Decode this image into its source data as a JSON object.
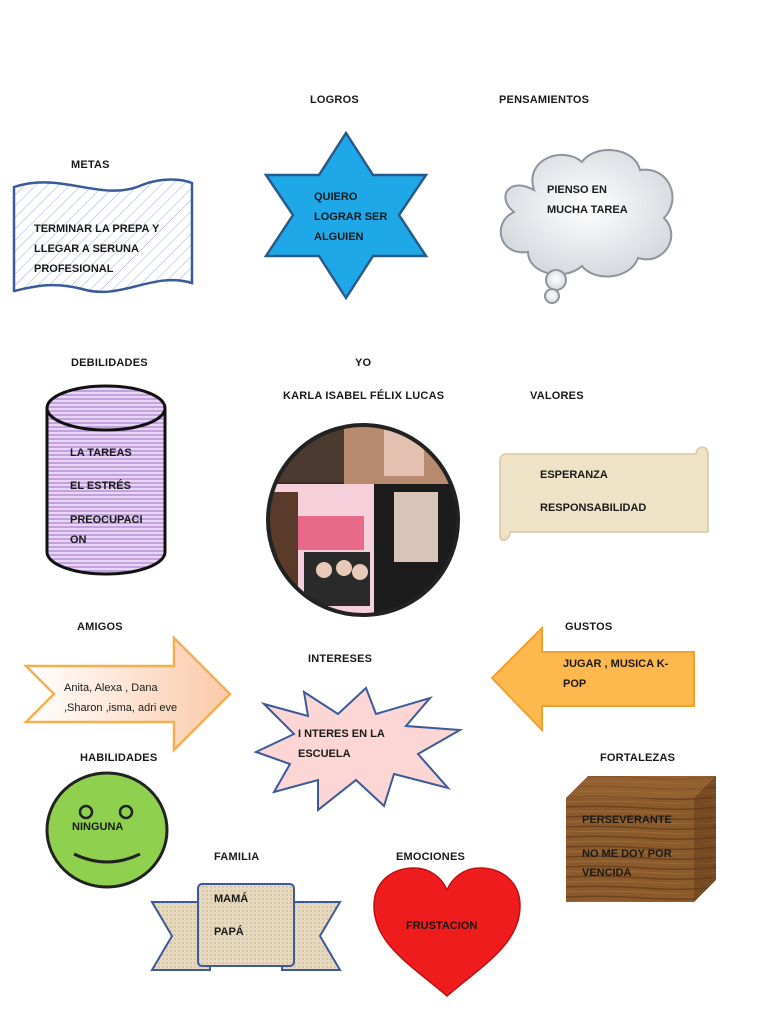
{
  "metas": {
    "title": "METAS",
    "line1": "TERMINAR LA PREPA Y",
    "line2": "LLEGAR A SERUNA",
    "line3": "PROFESIONAL"
  },
  "logros": {
    "title": "LOGROS",
    "line1": "QUIERO",
    "line2": "LOGRAR SER",
    "line3": "ALGUIEN"
  },
  "pensamientos": {
    "title": "PENSAMIENTOS",
    "line1": "PIENSO EN",
    "line2": "MUCHA TAREA"
  },
  "debilidades": {
    "title": "DEBILIDADES",
    "item1": "LA TAREAS",
    "item2": "EL ESTRÉS",
    "item3a": "PREOCUPACI",
    "item3b": "ON"
  },
  "yo": {
    "title": "YO",
    "name": "KARLA ISABEL FÉLIX LUCAS"
  },
  "valores": {
    "title": "VALORES",
    "item1": "ESPERANZA",
    "item2": "RESPONSABILIDAD"
  },
  "amigos": {
    "title": "AMIGOS",
    "line1": "Anita, Alexa , Dana",
    "line2": ",Sharon ,isma,  adri eve"
  },
  "intereses": {
    "title": "INTERESES",
    "line1": "I NTERES EN LA",
    "line2": "ESCUELA"
  },
  "gustos": {
    "title": "GUSTOS",
    "line1": "JUGAR , MUSICA K-",
    "line2": "POP"
  },
  "habilidades": {
    "title": "HABILIDADES",
    "value": "NINGUNA"
  },
  "fortalezas": {
    "title": "FORTALEZAS",
    "item1": "PERSEVERANTE",
    "item2a": "NO ME DOY POR",
    "item2b": "VENCIDA"
  },
  "familia": {
    "title": "FAMILIA",
    "item1": "MAMÁ",
    "item2": "PAPÁ"
  },
  "emociones": {
    "title": "EMOCIONES",
    "value": "FRUSTACION"
  },
  "colors": {
    "star_blue": "#1ea8e8",
    "heart_red": "#ee1c1c",
    "smiley_green": "#8fd14f",
    "arrow_orange": "#ffb84d",
    "cylinder_purple": "#d9b8f0",
    "burst_pink": "#fcd5d5",
    "wood_brown": "#8b5a2b",
    "parchment": "#efe3c7"
  }
}
